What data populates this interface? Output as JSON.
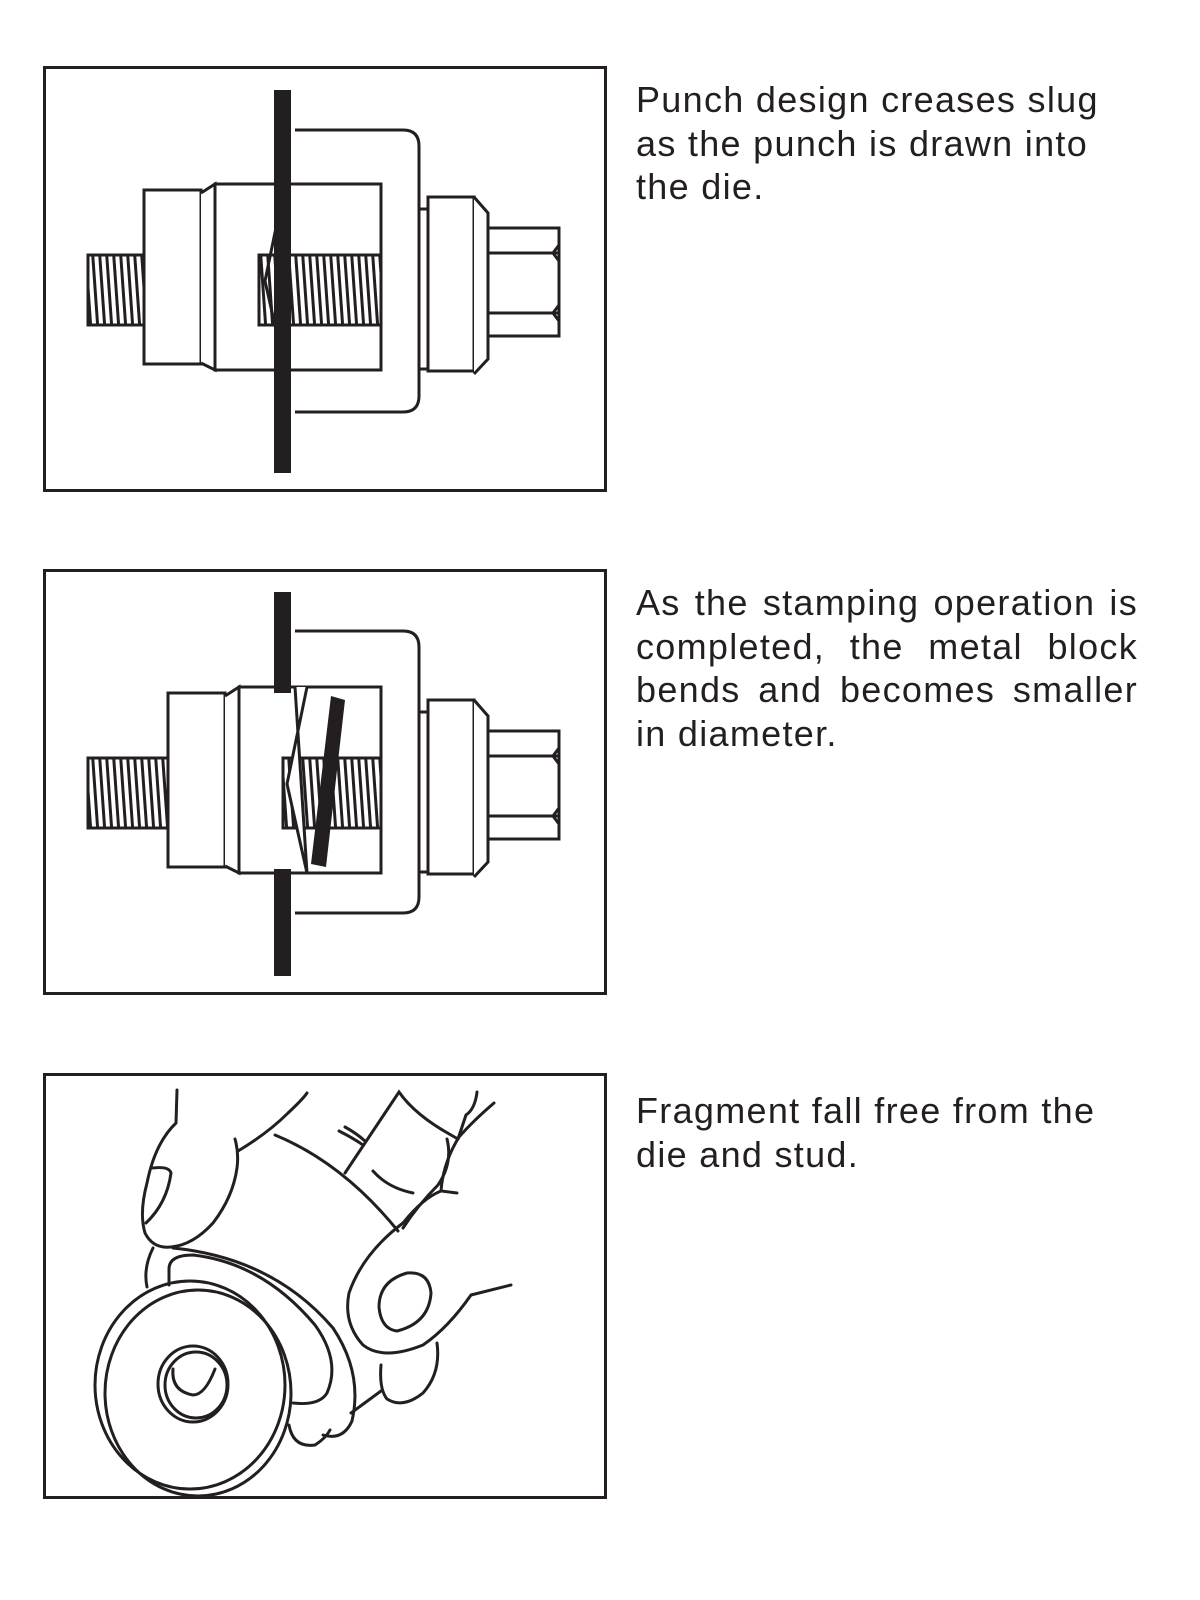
{
  "steps": [
    {
      "figure": "punch-and-die-cross-section-initial",
      "caption": "Punch design creases slug as the punch is drawn into the die."
    },
    {
      "figure": "punch-and-die-cross-section-completed",
      "caption": "As the stamping operation is completed, the metal block bends and becomes smaller in diameter."
    },
    {
      "figure": "hand-holding-die-and-stud",
      "caption": "Fragment fall free from the die and stud."
    }
  ],
  "colors": {
    "ink": "#231f20",
    "background": "#ffffff"
  }
}
